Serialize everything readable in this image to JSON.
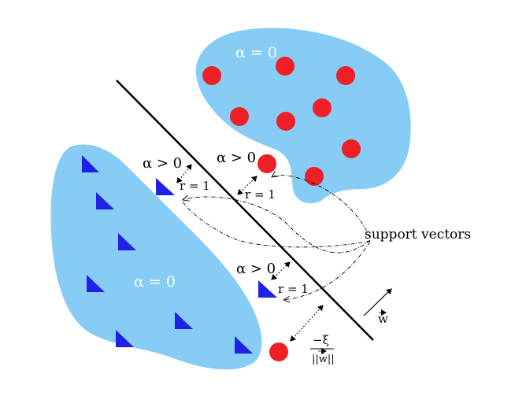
{
  "colors": {
    "blob_fill": "#87CCF5",
    "circle_fill": "#EE1F25",
    "triangle_fill": "#1E22E6",
    "line": "#000000",
    "background": "#ffffff"
  },
  "labels": {
    "alpha_zero_top": "α = 0",
    "alpha_zero_bottom": "α = 0",
    "alpha_pos_1": "α > 0",
    "alpha_pos_2": "α > 0",
    "alpha_pos_3": "α > 0",
    "r_1": "r = 1",
    "r_2": "r = 1",
    "r_3": "r = 1",
    "support_vectors": "support vectors",
    "w_vector": "w",
    "xi_numerator": "−ξ",
    "xi_denominator": "||w||"
  }
}
